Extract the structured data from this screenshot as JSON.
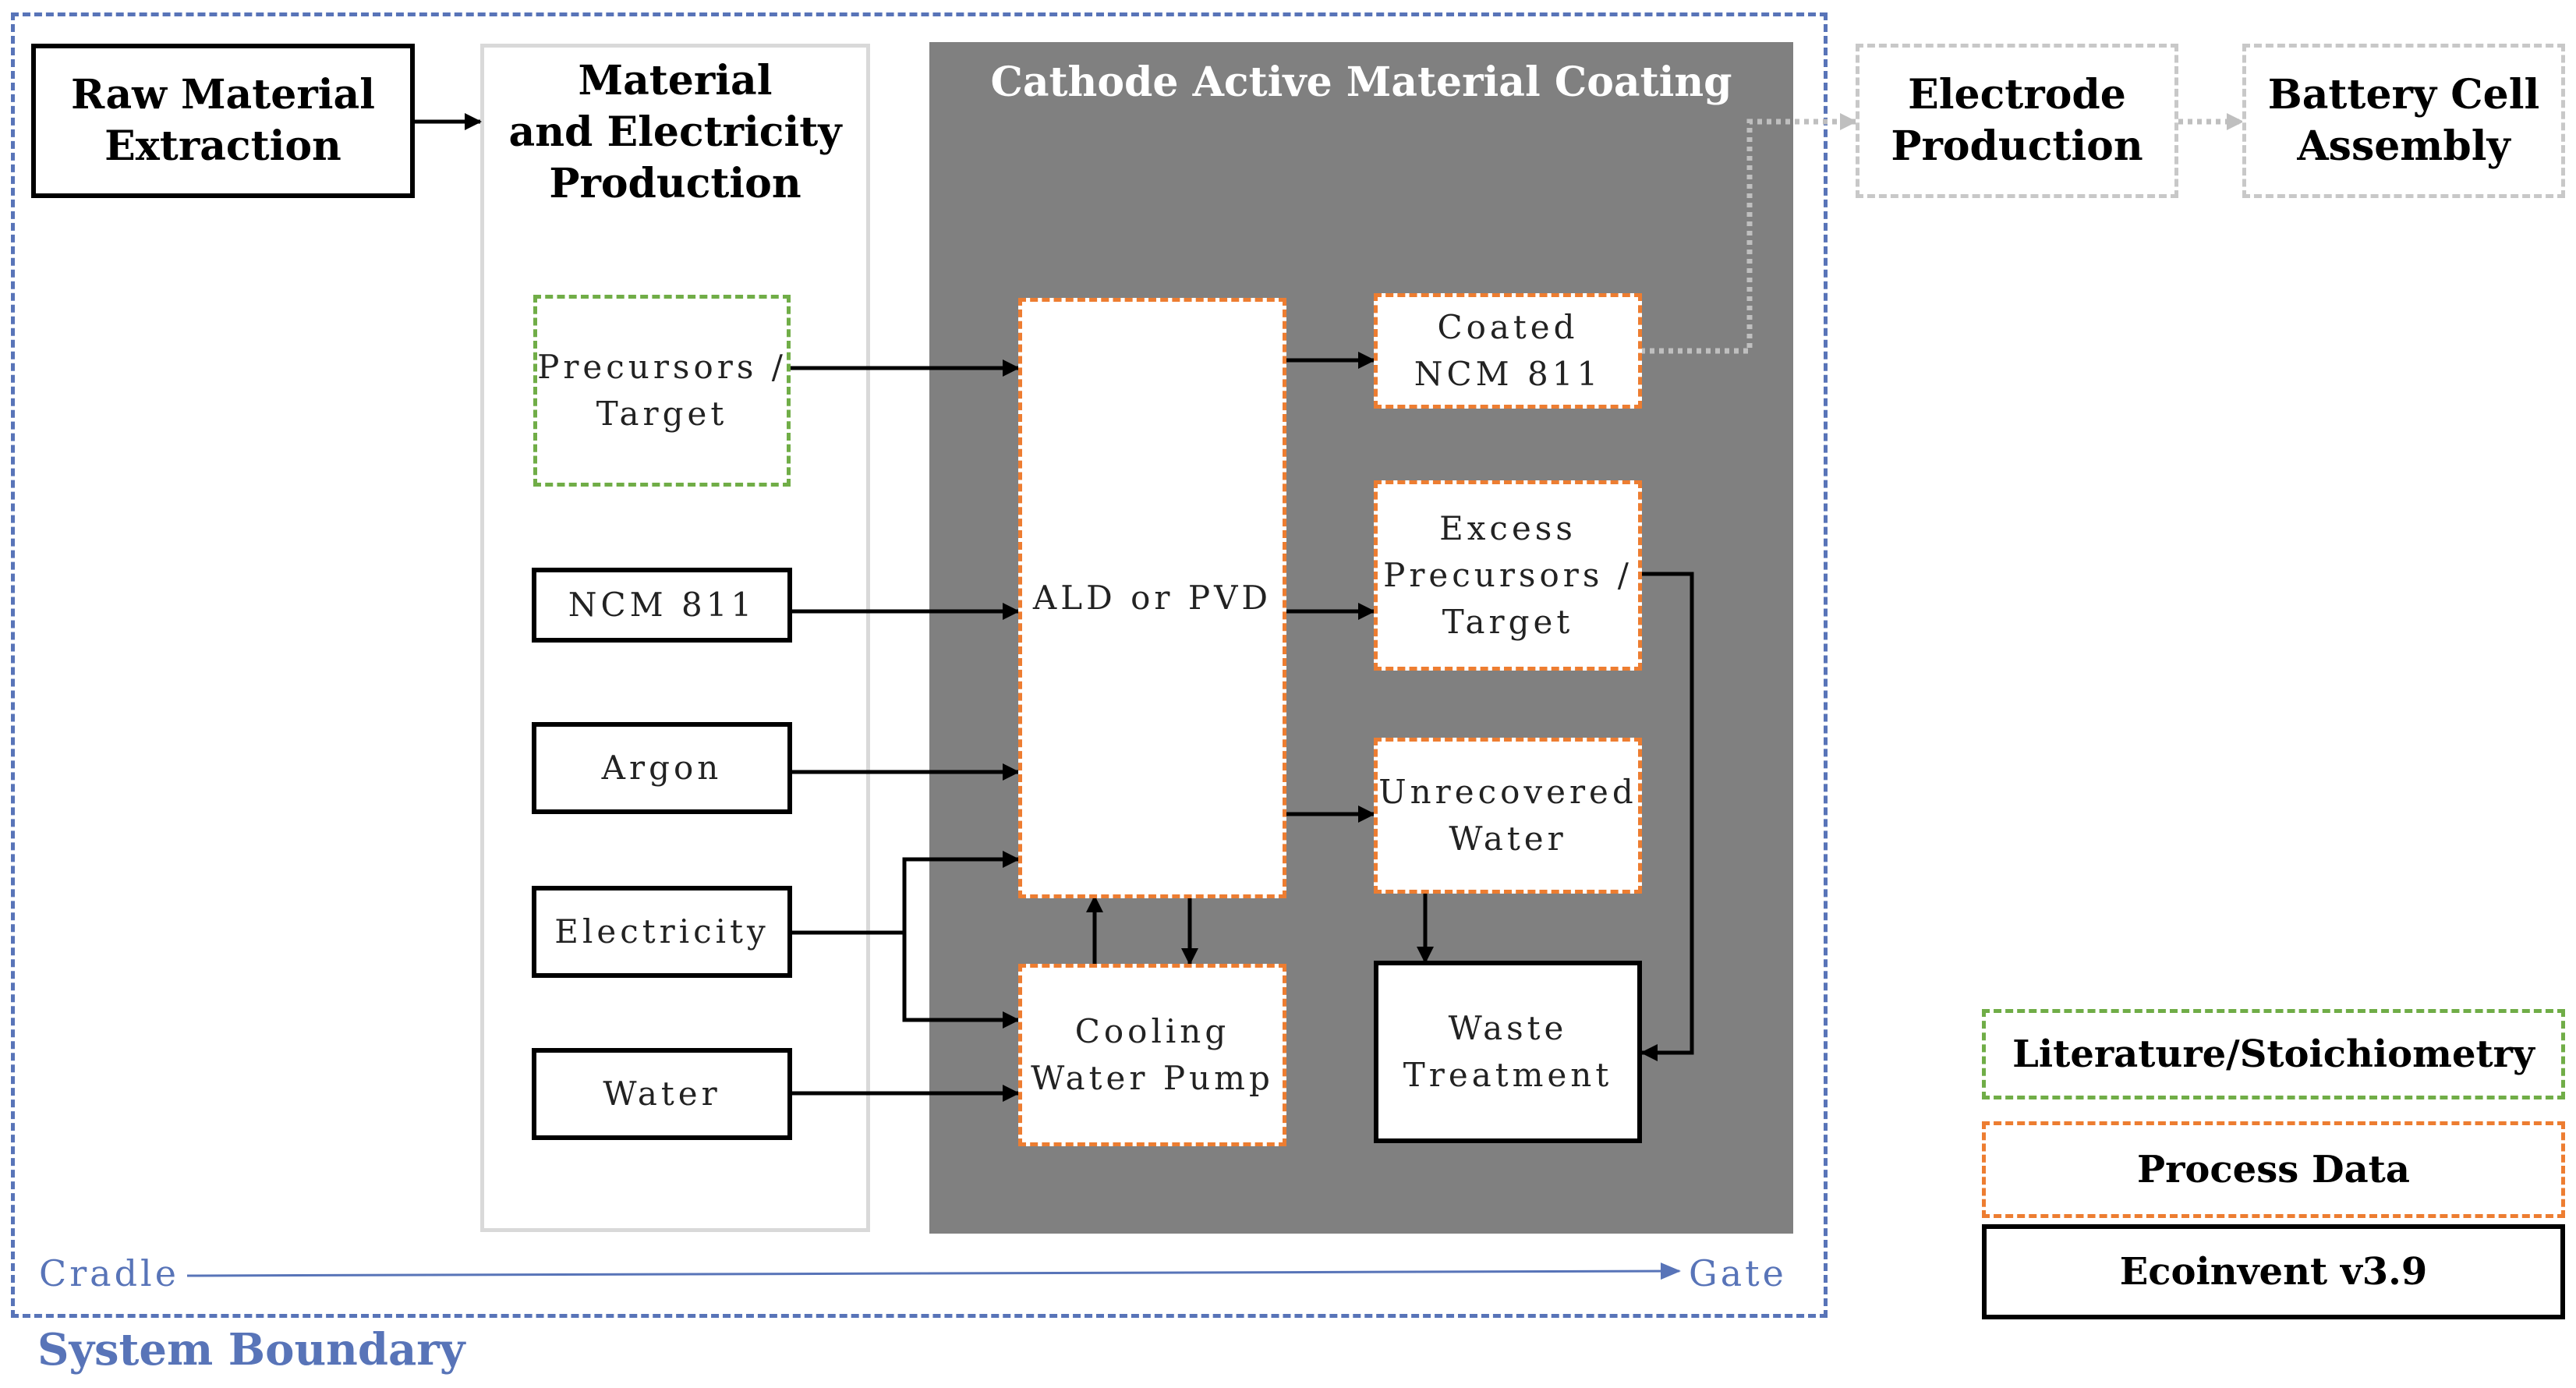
{
  "system_boundary": {
    "label": "System Boundary",
    "color": "#5874B8"
  },
  "cradle_label": "Cradle",
  "gate_label": "Gate",
  "raw_material": {
    "line1": "Raw Material",
    "line2": "Extraction"
  },
  "material_production": {
    "line1": "Material",
    "line2": "and Electricity",
    "line3": "Production"
  },
  "coating_section": {
    "title": "Cathode Active Material Coating",
    "background": "#808080"
  },
  "inputs": {
    "precursors": {
      "line1": "Precursors /",
      "line2": "Target"
    },
    "ncm": "NCM 811",
    "argon": "Argon",
    "electricity": "Electricity",
    "water": "Water"
  },
  "process": {
    "ald": "ALD or PVD",
    "cooling": {
      "line1": "Cooling",
      "line2": "Water Pump"
    }
  },
  "outputs": {
    "coated": {
      "line1": "Coated",
      "line2": "NCM 811"
    },
    "excess": {
      "line1": "Excess",
      "line2": "Precursors /",
      "line3": "Target"
    },
    "unrecovered": {
      "line1": "Unrecovered",
      "line2": "Water"
    },
    "waste": {
      "line1": "Waste",
      "line2": "Treatment"
    }
  },
  "downstream": {
    "electrode": {
      "line1": "Electrode",
      "line2": "Production"
    },
    "battery": {
      "line1": "Battery Cell",
      "line2": "Assembly"
    }
  },
  "legend": {
    "literature": "Literature/Stoichiometry",
    "process_data": "Process Data",
    "ecoinvent": "Ecoinvent v3.9",
    "colors": {
      "literature": "#70AD47",
      "process_data": "#ED7D31",
      "ecoinvent": "#000000"
    }
  }
}
